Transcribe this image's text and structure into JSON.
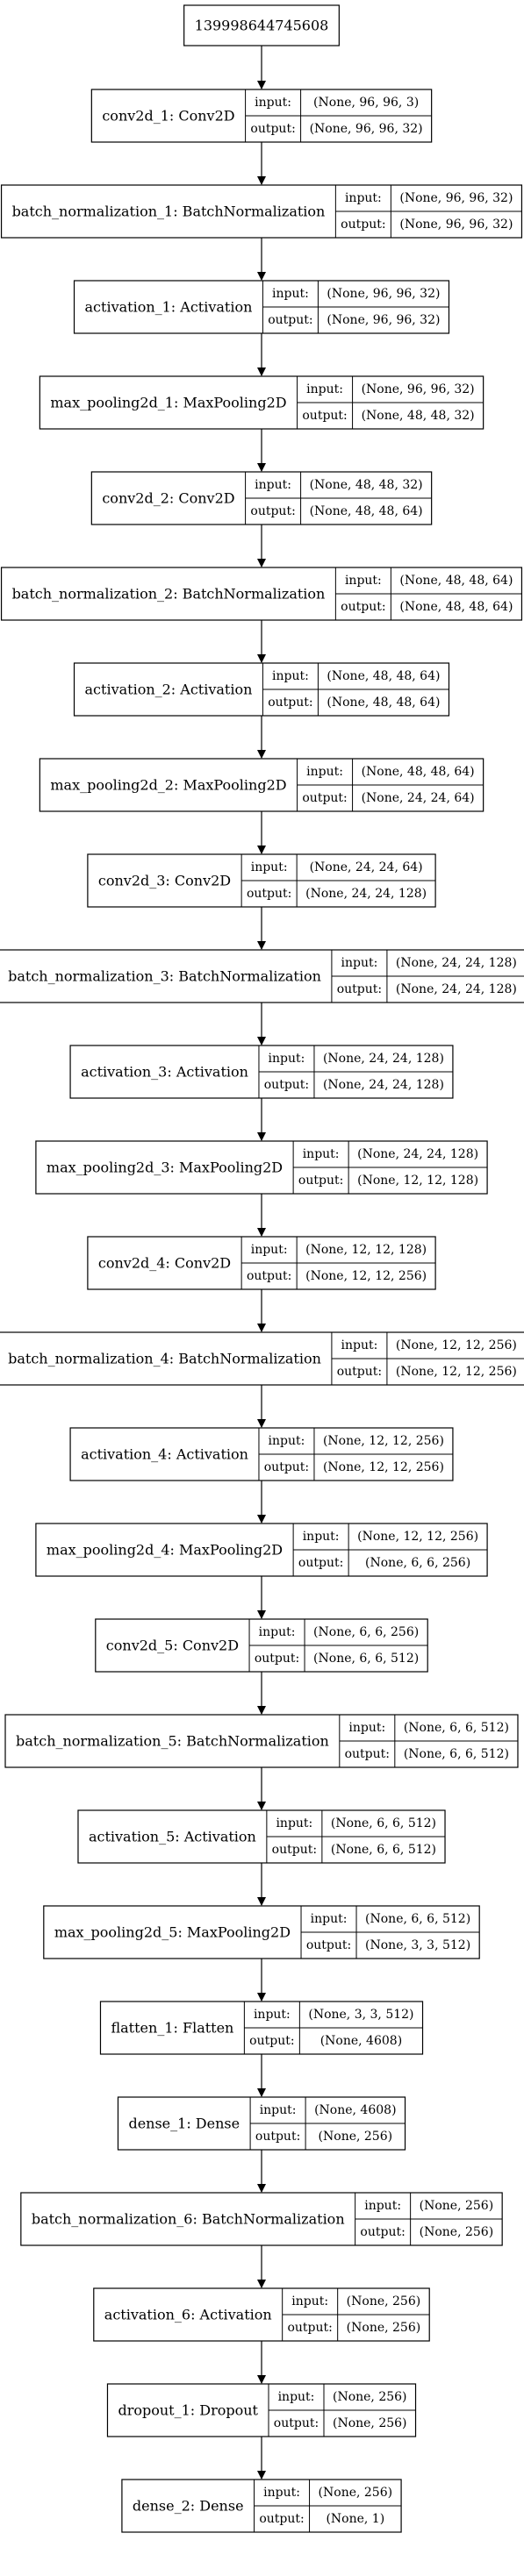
{
  "diagram": {
    "input_node": "139998644745608",
    "port_labels": {
      "input": "input:",
      "output": "output:"
    },
    "layers": [
      {
        "name": "conv2d_1: Conv2D",
        "input": "(None, 96, 96, 3)",
        "output": "(None, 96, 96, 32)"
      },
      {
        "name": "batch_normalization_1: BatchNormalization",
        "input": "(None, 96, 96, 32)",
        "output": "(None, 96, 96, 32)"
      },
      {
        "name": "activation_1: Activation",
        "input": "(None, 96, 96, 32)",
        "output": "(None, 96, 96, 32)"
      },
      {
        "name": "max_pooling2d_1: MaxPooling2D",
        "input": "(None, 96, 96, 32)",
        "output": "(None, 48, 48, 32)"
      },
      {
        "name": "conv2d_2: Conv2D",
        "input": "(None, 48, 48, 32)",
        "output": "(None, 48, 48, 64)"
      },
      {
        "name": "batch_normalization_2: BatchNormalization",
        "input": "(None, 48, 48, 64)",
        "output": "(None, 48, 48, 64)"
      },
      {
        "name": "activation_2: Activation",
        "input": "(None, 48, 48, 64)",
        "output": "(None, 48, 48, 64)"
      },
      {
        "name": "max_pooling2d_2: MaxPooling2D",
        "input": "(None, 48, 48, 64)",
        "output": "(None, 24, 24, 64)"
      },
      {
        "name": "conv2d_3: Conv2D",
        "input": "(None, 24, 24, 64)",
        "output": "(None, 24, 24, 128)"
      },
      {
        "name": "batch_normalization_3: BatchNormalization",
        "input": "(None, 24, 24, 128)",
        "output": "(None, 24, 24, 128)"
      },
      {
        "name": "activation_3: Activation",
        "input": "(None, 24, 24, 128)",
        "output": "(None, 24, 24, 128)"
      },
      {
        "name": "max_pooling2d_3: MaxPooling2D",
        "input": "(None, 24, 24, 128)",
        "output": "(None, 12, 12, 128)"
      },
      {
        "name": "conv2d_4: Conv2D",
        "input": "(None, 12, 12, 128)",
        "output": "(None, 12, 12, 256)"
      },
      {
        "name": "batch_normalization_4: BatchNormalization",
        "input": "(None, 12, 12, 256)",
        "output": "(None, 12, 12, 256)"
      },
      {
        "name": "activation_4: Activation",
        "input": "(None, 12, 12, 256)",
        "output": "(None, 12, 12, 256)"
      },
      {
        "name": "max_pooling2d_4: MaxPooling2D",
        "input": "(None, 12, 12, 256)",
        "output": "(None, 6, 6, 256)"
      },
      {
        "name": "conv2d_5: Conv2D",
        "input": "(None, 6, 6, 256)",
        "output": "(None, 6, 6, 512)"
      },
      {
        "name": "batch_normalization_5: BatchNormalization",
        "input": "(None, 6, 6, 512)",
        "output": "(None, 6, 6, 512)"
      },
      {
        "name": "activation_5: Activation",
        "input": "(None, 6, 6, 512)",
        "output": "(None, 6, 6, 512)"
      },
      {
        "name": "max_pooling2d_5: MaxPooling2D",
        "input": "(None, 6, 6, 512)",
        "output": "(None, 3, 3, 512)"
      },
      {
        "name": "flatten_1: Flatten",
        "input": "(None, 3, 3, 512)",
        "output": "(None, 4608)"
      },
      {
        "name": "dense_1: Dense",
        "input": "(None, 4608)",
        "output": "(None, 256)"
      },
      {
        "name": "batch_normalization_6: BatchNormalization",
        "input": "(None, 256)",
        "output": "(None, 256)"
      },
      {
        "name": "activation_6: Activation",
        "input": "(None, 256)",
        "output": "(None, 256)"
      },
      {
        "name": "dropout_1: Dropout",
        "input": "(None, 256)",
        "output": "(None, 256)"
      },
      {
        "name": "dense_2: Dense",
        "input": "(None, 256)",
        "output": "(None, 1)"
      }
    ]
  }
}
